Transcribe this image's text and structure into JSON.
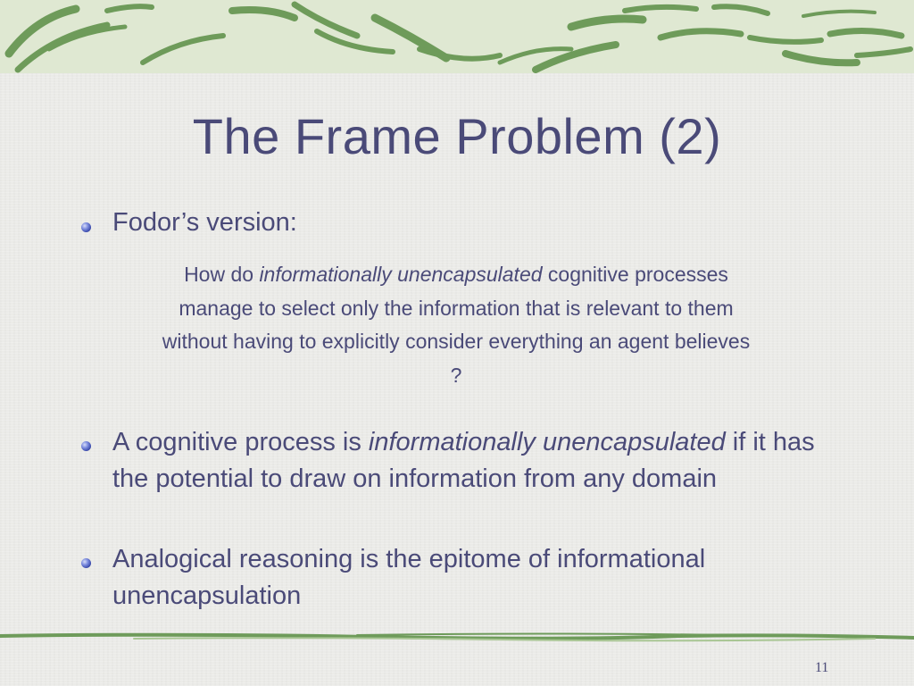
{
  "slide": {
    "title": "The Frame Problem (2)",
    "bullets": [
      {
        "text": "Fodor’s version:"
      },
      {
        "text_before": "A cognitive process is ",
        "emphasis": "informationally unencapsulated",
        "text_after": " if it has the potential to draw on information from any domain"
      },
      {
        "text": "Analogical reasoning is the epitome of informational unencapsulation"
      }
    ],
    "quote": {
      "before": "How do ",
      "emphasis": "informationally unencapsulated",
      "after": " cognitive processes manage to select only the information that is relevant to them without having to explicitly consider everything an agent believes ?"
    },
    "page_number": "11"
  },
  "colors": {
    "text": "#4a4a78",
    "background": "#ebebe8",
    "band": "#dfe8d2",
    "leaf_green": "#6e9b5a",
    "bullet_blue": "#2b3a9e"
  },
  "decorations": {
    "top_band": "green-leaf-swirl-pattern",
    "bottom_rule": "green-brush-stroke-line",
    "bullet_icon": "blue-sphere-bullet"
  }
}
